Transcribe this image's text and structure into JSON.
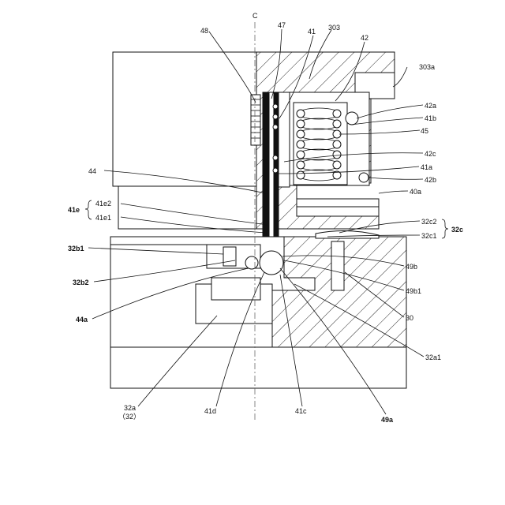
{
  "center_label": "C",
  "labels": {
    "l48": "48",
    "l47": "47",
    "l41": "41",
    "l303": "303",
    "l42": "42",
    "l303a": "303a",
    "l42a": "42a",
    "l41b": "41b",
    "l45": "45",
    "l42c": "42c",
    "l41a": "41a",
    "l42b": "42b",
    "l40a": "40a",
    "l44": "44",
    "l41e": "41e",
    "l41e2": "41e2",
    "l41e1": "41e1",
    "l32c2": "32c2",
    "l32c1": "32c1",
    "l32c": "32c",
    "l32b1": "32b1",
    "l32b2": "32b2",
    "l49b": "49b",
    "l49b1": "49b1",
    "l44a": "44a",
    "l30": "30",
    "l32a1": "32a1",
    "l32a": "32a",
    "l32": "（32）",
    "l41d": "41d",
    "l41c": "41c",
    "l49a": "49a"
  }
}
